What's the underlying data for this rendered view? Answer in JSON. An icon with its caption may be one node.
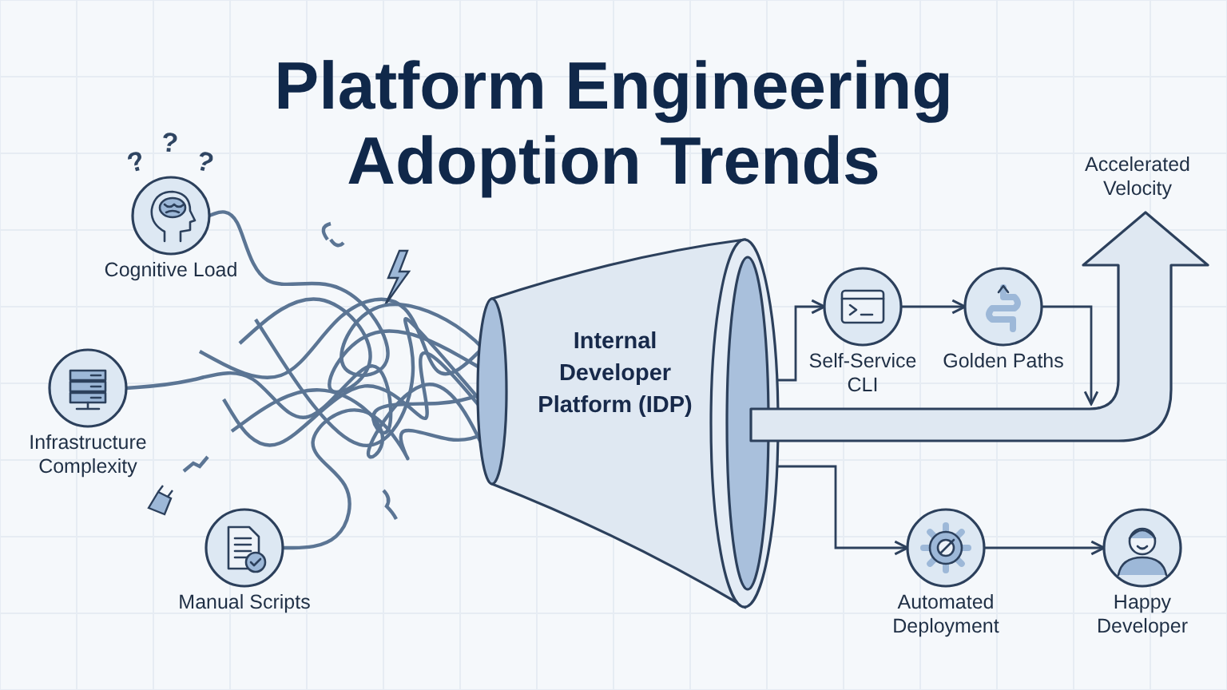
{
  "diagram": {
    "title": "Platform Engineering Adoption Trends",
    "nodes": [
      {
        "text": [
          "Cognitive Load"
        ]
      },
      {
        "text": [
          "Infrastructure Complexity"
        ]
      },
      {
        "text": [
          "Manual Scripts"
        ]
      },
      {
        "text": [
          "Internal Developer Platform (IDP)"
        ]
      },
      {
        "text": [
          "Self-Service CLI"
        ]
      },
      {
        "text": [
          "Golden Paths"
        ]
      },
      {
        "text": [
          "Automated Deployment"
        ]
      },
      {
        "text": [
          "Happy Developer"
        ]
      },
      {
        "text": [
          "Accelerated Velocity"
        ]
      }
    ],
    "edges": [
      {
        "from": 0,
        "to": 3,
        "arrow": "none"
      },
      {
        "from": 1,
        "to": 3,
        "arrow": "none"
      },
      {
        "from": 2,
        "to": 3,
        "arrow": "none"
      },
      {
        "from": 3,
        "to": 4,
        "arrow": "to"
      },
      {
        "from": 4,
        "to": 5,
        "arrow": "to"
      },
      {
        "from": 5,
        "to": 8,
        "arrow": "to"
      },
      {
        "from": 3,
        "to": 6,
        "arrow": "to"
      },
      {
        "from": 6,
        "to": 7,
        "arrow": "to"
      }
    ],
    "labels": [
      "?",
      "?",
      "?"
    ]
  }
}
